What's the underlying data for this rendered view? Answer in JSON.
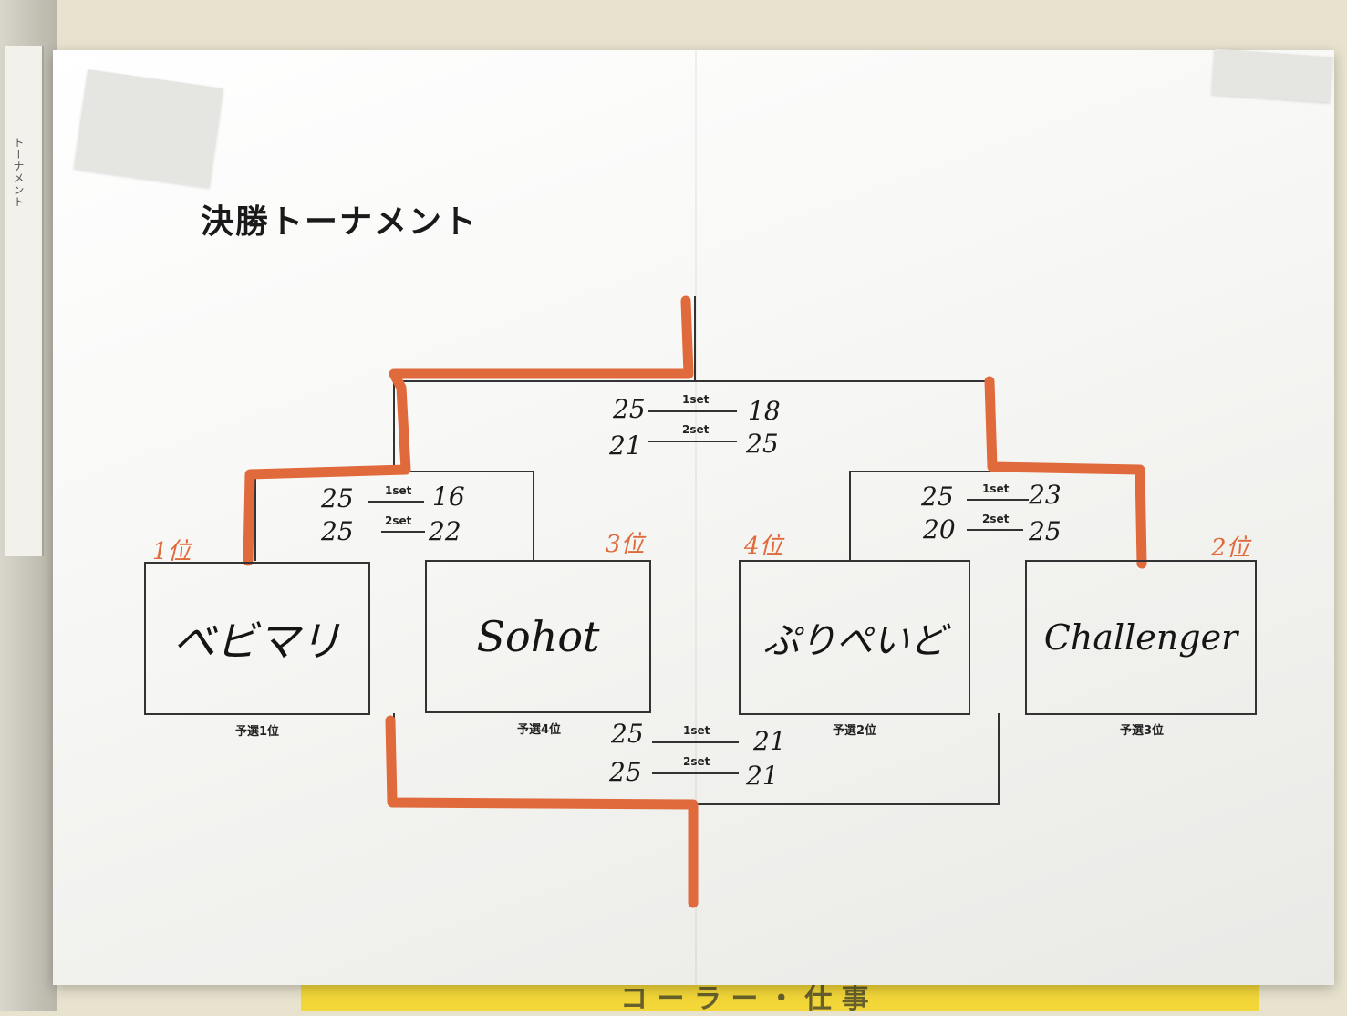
{
  "title": "決勝トーナメント",
  "teams": [
    {
      "name": "べビマリ",
      "seed": "予選1位",
      "rank": "1位"
    },
    {
      "name": "Sohot",
      "seed": "予選4位",
      "rank": "3位"
    },
    {
      "name": "ぷりぺいど",
      "seed": "予選2位",
      "rank": "4位"
    },
    {
      "name": "Challenger",
      "seed": "予選3位",
      "rank": "2位"
    }
  ],
  "matches": {
    "semi_left": {
      "set1_label": "1set",
      "set1_left": "25",
      "set1_right": "16",
      "set2_label": "2set",
      "set2_left": "25",
      "set2_right": "22"
    },
    "semi_right": {
      "set1_label": "1set",
      "set1_left": "25",
      "set1_right": "23",
      "set2_label": "2set",
      "set2_left": "20",
      "set2_right": "25"
    },
    "final": {
      "set1_label": "1set",
      "set1_left": "25",
      "set1_right": "18",
      "set2_label": "2set",
      "set2_left": "21",
      "set2_right": "25"
    },
    "third_place": {
      "set1_label": "1set",
      "set1_left": "25",
      "set1_right": "21",
      "set2_label": "2set",
      "set2_left": "25",
      "set2_right": "21"
    }
  },
  "side_strip_text": "トーナメント",
  "yellow_sign_text": "コ ー ラ ー ・ 仕 事",
  "colors": {
    "winner_line": "#e06a3c",
    "bracket_line": "#333333",
    "paper": "#ffffff",
    "sign": "#f3d738"
  }
}
